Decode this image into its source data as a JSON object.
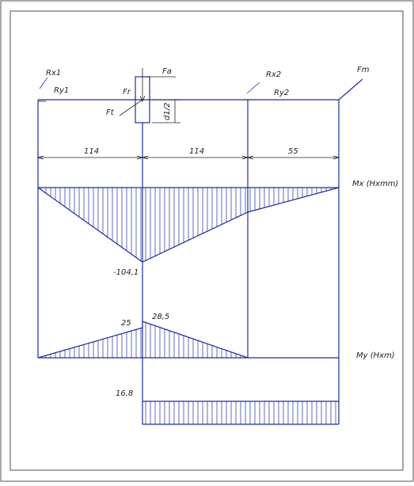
{
  "labels": {
    "rx1": "Rx1",
    "ry1": "Ry1",
    "fr": "Fr",
    "ft": "Ft",
    "fa": "Fa",
    "d12": "d1/2",
    "rx2": "Rx2",
    "ry2": "Ry2",
    "fm": "Fm"
  },
  "dimensions": [
    "114",
    "114",
    "55"
  ],
  "moment_x": {
    "label": "Mx (Hxmm)",
    "value": "-104,1"
  },
  "moment_y": {
    "label": "My (Hxm)",
    "value_left": "25",
    "value_right": "28,5"
  },
  "torque": {
    "value": "16,8"
  },
  "colors": {
    "line": "#1f2f9a",
    "text": "#222222"
  }
}
